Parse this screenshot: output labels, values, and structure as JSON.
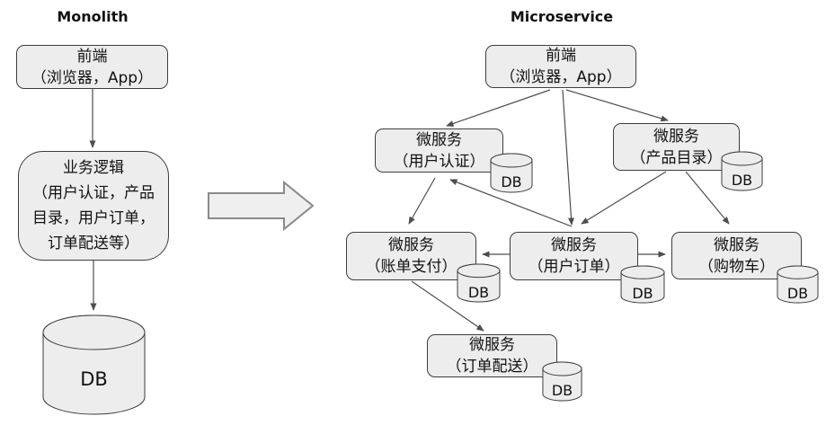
{
  "monolith": {
    "title": "Monolith",
    "frontend": {
      "line1": "前端",
      "line2": "（浏览器，App）"
    },
    "business_logic": {
      "line1": "业务逻辑",
      "line2": "（用户认证，产品",
      "line3": "目录，用户订单，",
      "line4": "订单配送等）"
    },
    "db_label": "DB"
  },
  "microservice": {
    "title": "Microservice",
    "frontend": {
      "line1": "前端",
      "line2": "（浏览器，App）"
    },
    "services": [
      {
        "name": "user-auth",
        "line1": "微服务",
        "line2": "（用户认证）",
        "db_label": "DB"
      },
      {
        "name": "product-catalog",
        "line1": "微服务",
        "line2": "（产品目录）",
        "db_label": "DB"
      },
      {
        "name": "billing-payment",
        "line1": "微服务",
        "line2": "（账单支付）",
        "db_label": "DB"
      },
      {
        "name": "user-order",
        "line1": "微服务",
        "line2": "（用户订单）",
        "db_label": "DB"
      },
      {
        "name": "shopping-cart",
        "line1": "微服务",
        "line2": "（购物车）",
        "db_label": "DB"
      },
      {
        "name": "order-delivery",
        "line1": "微服务",
        "line2": "（订单配送）",
        "db_label": "DB"
      }
    ]
  },
  "colors": {
    "node_fill": "#ededed",
    "node_border": "#3d3d3d",
    "edge": "#4d4d4d",
    "block_arrow_fill": "#efefef",
    "block_arrow_border": "#8a8a8a"
  }
}
